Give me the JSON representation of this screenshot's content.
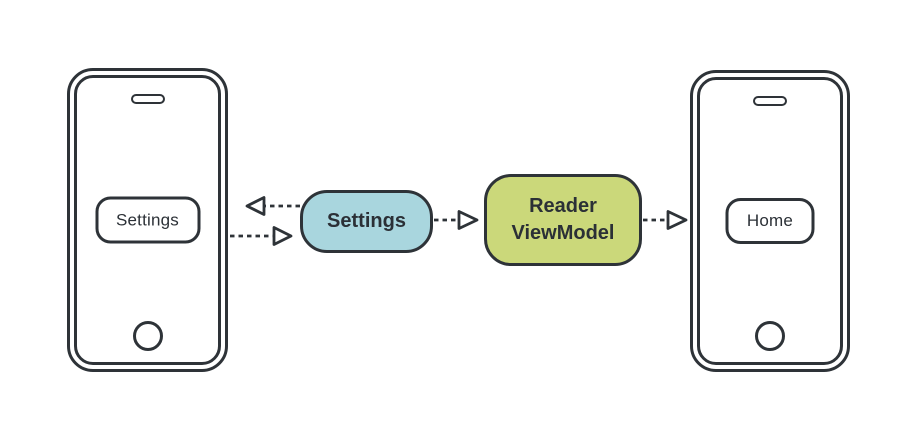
{
  "diagram": {
    "left_phone": {
      "button_label": "Settings"
    },
    "settings_box": {
      "label": "Settings"
    },
    "reader_viewmodel_box": {
      "lines": [
        "Reader",
        "ViewModel"
      ]
    },
    "right_phone": {
      "button_label": "Home"
    }
  },
  "colors": {
    "line": "#2e3338",
    "text-dark": "#2b3036",
    "box-blue": "#a9d6de",
    "box-green": "#cbd87a",
    "bg": "#ffffff"
  }
}
